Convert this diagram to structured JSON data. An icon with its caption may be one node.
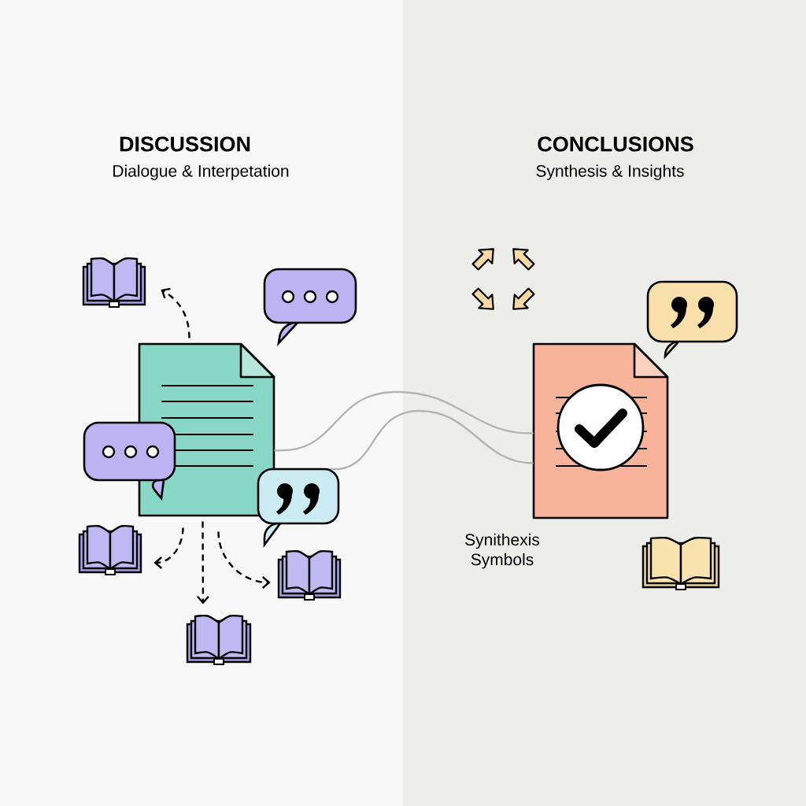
{
  "diagram": {
    "nodes": [
      {
        "text": [],
        "shape": "document"
      },
      {
        "text": [],
        "shape": "document"
      },
      {
        "text": [],
        "shape": "book"
      },
      {
        "text": [],
        "shape": "book"
      },
      {
        "text": [],
        "shape": "book"
      },
      {
        "text": [],
        "shape": "book"
      },
      {
        "text": [],
        "shape": "book"
      }
    ],
    "edges": [
      {
        "from": 0,
        "to": 2,
        "arrow": "to",
        "style": "dashed"
      },
      {
        "from": 0,
        "to": 3,
        "arrow": "to",
        "style": "dashed"
      },
      {
        "from": 0,
        "to": 4,
        "arrow": "to",
        "style": "dashed"
      },
      {
        "from": 0,
        "to": 5,
        "arrow": "to",
        "style": "dashed"
      },
      {
        "from": 0,
        "to": 1,
        "arrow": "none",
        "color": "#b4b4b4"
      },
      {
        "from": 0,
        "to": 1,
        "arrow": "none",
        "color": "#b4b4b4"
      }
    ],
    "labels": [
      "DISCUSSION",
      "Dialogue & Interpetation",
      "CONCLUSIONS",
      "Synthesis & Insights",
      "Synithexis Symbols"
    ]
  }
}
